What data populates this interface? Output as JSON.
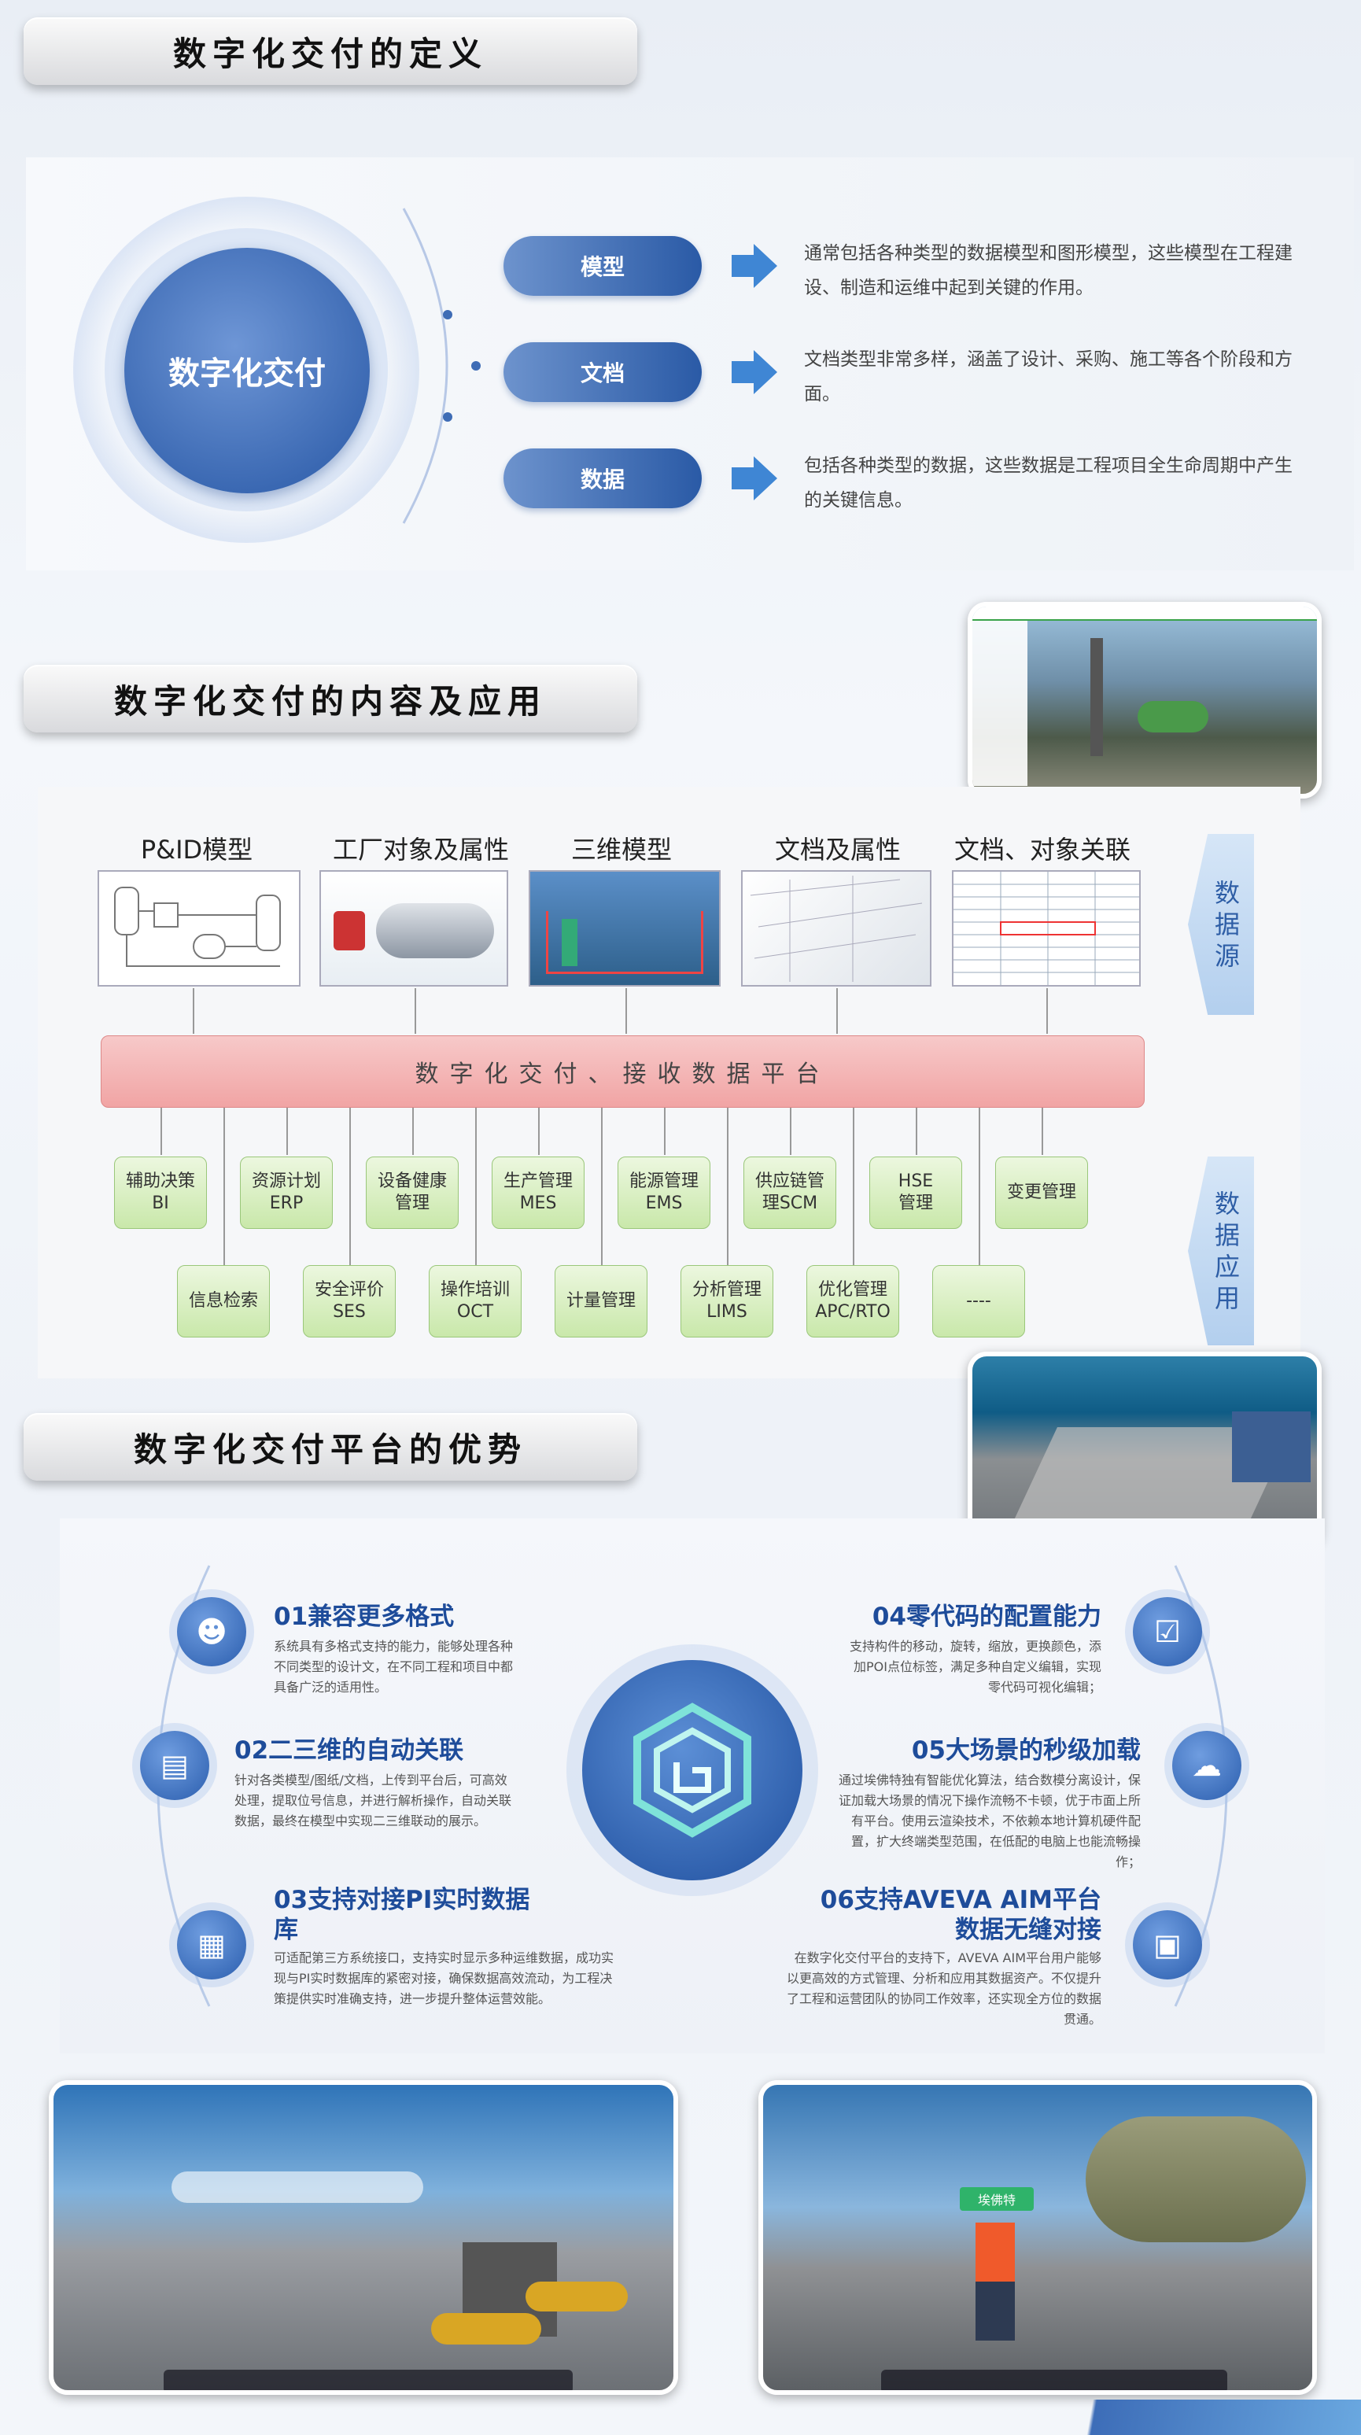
{
  "sections": {
    "definition_title": "数字化交付的定义",
    "content_title": "数字化交付的内容及应用",
    "advantages_title": "数字化交付平台的优势"
  },
  "definition": {
    "center_label": "数字化交付",
    "items": [
      {
        "label": "模型",
        "text": "通常包括各种类型的数据模型和图形模型，这些模型在工程建设、制造和运维中起到关键的作用。"
      },
      {
        "label": "文档",
        "text": "文档类型非常多样，涵盖了设计、采购、施工等各个阶段和方面。"
      },
      {
        "label": "数据",
        "text": "包括各种类型的数据，这些数据是工程项目全生命周期中产生的关键信息。"
      }
    ]
  },
  "diagram": {
    "sources": [
      "P&ID模型",
      "工厂对象及属性",
      "三维模型",
      "文档及属性",
      "文档、对象关联"
    ],
    "source_tag": "数据源",
    "platform": "数字化交付、接收数据平台",
    "app_tag": "数据应用",
    "apps_row1": [
      "辅助决策\nBI",
      "资源计划\nERP",
      "设备健康\n管理",
      "生产管理\nMES",
      "能源管理\nEMS",
      "供应链管\n理SCM",
      "HSE\n管理",
      "变更管理"
    ],
    "apps_row2": [
      "信息检索",
      "安全评价\nSES",
      "操作培训\nOCT",
      "计量管理",
      "分析管理\nLIMS",
      "优化管理\nAPC/RTO",
      "----"
    ]
  },
  "features": [
    {
      "title": "01兼容更多格式",
      "text": "系统具有多格式支持的能力，能够处理各种不同类型的设计文，在不同工程和项目中都具备广泛的适用性。"
    },
    {
      "title": "02二三维的自动关联",
      "text": "针对各类模型/图纸/文档，上传到平台后，可高效处理，提取位号信息，并进行解析操作，自动关联数据，最终在模型中实现二三维联动的展示。"
    },
    {
      "title": "03支持对接PI实时数据库",
      "text": "可适配第三方系统接口，支持实时显示多种运维数据，成功实现与PI实时数据库的紧密对接，确保数据高效流动，为工程决策提供实时准确支持，进一步提升整体运营效能。"
    },
    {
      "title": "04零代码的配置能力",
      "text": "支持构件的移动，旋转，缩放，更换颜色，添加POI点位标签，满足多种自定义编辑，实现零代码可视化编辑；"
    },
    {
      "title": "05大场景的秒级加载",
      "text": "通过埃佛特独有智能优化算法，结合数模分离设计，保证加载大场景的情况下操作流畅不卡顿，优于市面上所有平台。使用云渲染技术，不依赖本地计算机硬件配置，扩大终端类型范围，在低配的电脑上也能流畅操作；"
    },
    {
      "title": "06支持AVEVA AIM平台数据无缝对接",
      "text": "在数字化交付平台的支持下，AVEVA AIM平台用户能够以更高效的方式管理、分析和应用其数据资产。不仅提升了工程和运营团队的协同工作效率，还实现全方位的数据贯通。"
    }
  ],
  "shot_badge": "埃佛特",
  "colors": {
    "accent": "#2a5aa6",
    "platform": "#f1a4a4",
    "app_box": "#c9e8aa"
  }
}
